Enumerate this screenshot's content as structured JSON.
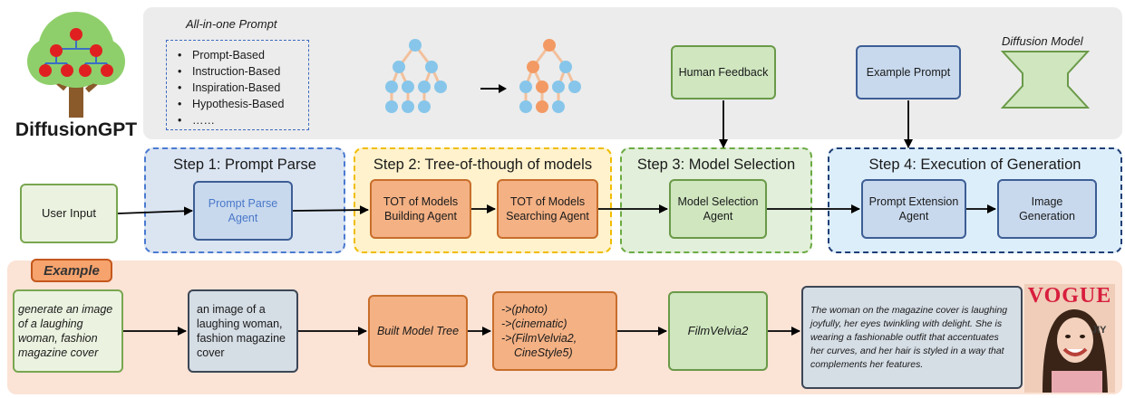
{
  "brand": {
    "title": "DiffusionGPT"
  },
  "all_in_one": {
    "title": "All-in-one Prompt",
    "items": [
      "Prompt-Based",
      "Instruction-Based",
      "Inspiration-Based",
      "Hypothesis-Based",
      "……"
    ]
  },
  "human_feedback": "Human Feedback",
  "example_prompt": "Example Prompt",
  "diffusion_model": "Diffusion Model",
  "steps": [
    {
      "title": "Step 1: Prompt Parse"
    },
    {
      "title": "Step 2: Tree-of-though of models"
    },
    {
      "title": "Step 3: Model Selection"
    },
    {
      "title": "Step 4: Execution of Generation"
    }
  ],
  "pipeline": {
    "user_input": "User Input",
    "prompt_parse_agent": "Prompt Parse Agent",
    "tot_building_agent": "TOT of Models Building Agent",
    "tot_searching_agent": "TOT of Models Searching Agent",
    "model_selection_agent": "Model Selection Agent",
    "prompt_extension_agent": "Prompt Extension Agent",
    "image_generation": "Image Generation"
  },
  "example": {
    "label": "Example",
    "input": "generate an image of a laughing woman, fashion magazine cover",
    "parsed": "an image of a laughing woman, fashion magazine cover",
    "tree": "Built Model Tree",
    "search_path": [
      "->(photo)",
      "->(cinematic)",
      "->(FilmVelvia2,",
      "CineStyle5)"
    ],
    "selected_model": "FilmVelvia2",
    "extended_prompt": "The woman on the magazine cover is laughing joyfully, her eyes twinkling with delight. She is wearing a fashionable outfit that accentuates her curves, and her hair is styled in a way that complements her features.",
    "magazine_brand": "VOGUE"
  },
  "colors": {
    "tree_node": "#87c6ea",
    "tree_node_selected": "#f39a64",
    "tree_edge": "#f2c09c"
  }
}
